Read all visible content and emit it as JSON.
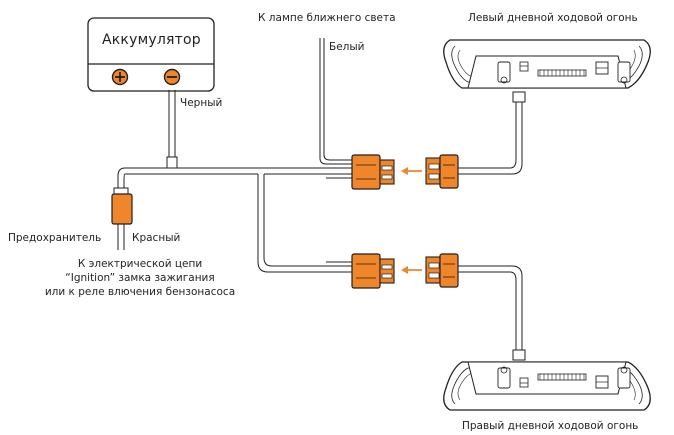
{
  "battery": {
    "title": "Аккумулятор"
  },
  "labels": {
    "black_wire": "Черный",
    "red_wire": "Красный",
    "white_wire": "Белый",
    "low_beam": "К лампе ближнего света",
    "fuse": "Предохранитель",
    "ignition_line1": "К электрической цепи",
    "ignition_line2": "“Ignition” замка зажигания",
    "ignition_line3": "или к реле влючения бензонасоса",
    "left_drl": "Левый дневной ходовой огонь",
    "right_drl": "Правый дневной ходовой огонь"
  },
  "colors": {
    "accent": "#f0862a",
    "line": "#231f20",
    "background": "#ffffff"
  }
}
